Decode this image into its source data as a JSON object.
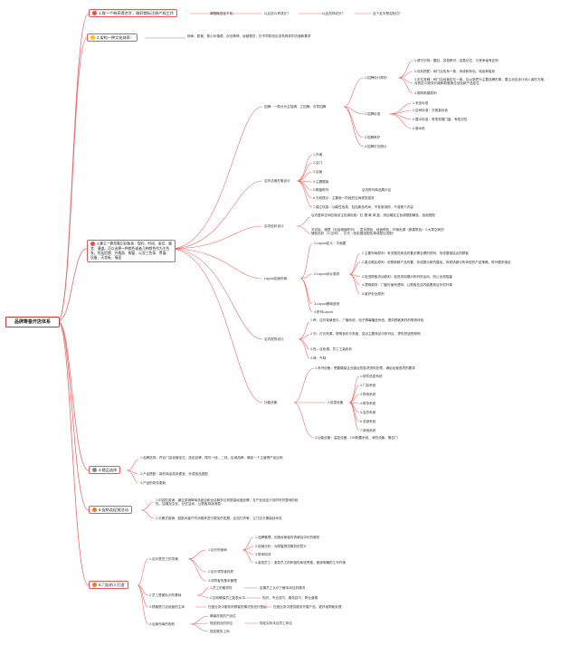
{
  "root": "品牌筹备开店体系",
  "branches": {
    "b1": {
      "label": "1.取一个响亮得名字，做好商标注册产权工作",
      "n1": "清楚概述定下来。",
      "n2": "以后怎么样成长？",
      "n3": "以后怎样成长？",
      "n4": "这个名字是否贴切？"
    },
    "b2": {
      "label": "2.架构一种文化体系：",
      "n1": "使命、愿景、核心价值观，创业精神，经营理念，在不同阶段应该有具体的内涵和要求"
    },
    "b3": {
      "label": "3.建立一套形象识别体系：规约、时间、来访、服务、通道。可以选择一种颜色或者几种颜色作为主色系，包括招牌、外墙面、橱窗、以及三色条、贯展、设备、天花板、墙面",
      "shop": {
        "label": "招牌：一般分为主招牌、立招牌、引导招牌",
        "design": {
          "label": "1.招牌设计原则",
          "items": [
            "1.便于识别：醒目、容易辨识，容易记忆，与竞争者有区别",
            "2.色彩搭配：和门店色系一致，传统和有色，吸色和吸收",
            "3.定位准确：和门店经营定位一致，加以新思为主要品牌形象，要主动告诉计划入者的方案，传统定义服务价值和新营销业创全新产品定位",
            "4.拥有新展原则"
          ]
        },
        "standard": {
          "label": "2.招牌标准",
          "items": [
            "1.安全标准",
            "2.空间标准：长宽高标准",
            "3.展示标准：有视觉展门窗、有知识性",
            "4.营水柜"
          ]
        },
        "n3": "3.招牌养护",
        "n4": "4.招牌灯光照片"
      },
      "storefront": {
        "label": "店外店面形象设计",
        "items": [
          "1.外墙",
          "2.店门",
          "3.店面",
          "4.主题展板",
          "5.橱窗陈列",
          "6.光效提示：主要新一阶段的空间视觉感觉",
          "7.建立信息：功能性信息，包括新品时间，不准常用物，不准推介内容"
        ],
        "window_note": "店内陈列商品展示区"
      },
      "color": {
        "label": "店内色彩设计",
        "n1": "店内整体空间应增设主色调色相：红 橙 黄 绿 蓝，然后确定主色调搭配辅色，色相搭配",
        "n2": "天花板、墙壁（包括墙面陈列），层次颜色、地板颜色，环境色调（即建筑色）3.大类空间的辅色色彩（小空间），灯光（色彩展选配色调或配比选配）"
      },
      "layout": {
        "label": "Layout店面布局",
        "n1": "1.Layout定义：平面图",
        "design": {
          "label": "2.Layout设计原则",
          "items": [
            "1.主要布局原则：有关展览商品布置必需合理的排列，形成展馆结合的顾客",
            "2.重点展区原则：依照新鲜产品布置，形成展示新的展品，体现场景中所体现的产品策略，陈列要求指定",
            "3.促进顾客流动原则：促进采用展示陈列的活动，防止出现阻塞",
            "4.透明原则：门窗外面有透明，让顾客在店内能看到店外的环境",
            "5.维护安全原则"
          ]
        },
        "n3": "3.Layout基础造型",
        "n4": "4.陈列Layout"
      },
      "vision": {
        "label": "店内视觉设计",
        "n1": "1.声：店外背景音乐，广播系统，电子屏幕播放系统，提供顾客美好的购物体验",
        "n2": "2.光：灯光效果，照明色彩与亮度，突出主要商品与陈列区，提供舒适的照明",
        "n3": "3.色：店色调，员工工装色彩",
        "n4": "4.味：气味"
      },
      "facility": {
        "label": "功能设备",
        "n1": "1.系列设备：是要确保企业营运的各项资料处理，满足经营各项的要求",
        "ps": {
          "label": "2.信息设备",
          "items": [
            "1.软件信息系统",
            "2.门店系统",
            "3.物流系统",
            "4.财务系统",
            "5.会员系统",
            "6.总部系统",
            "7.其他系统"
          ]
        },
        "n3": "3.功能设备：监控设备、130配置系统、消防设备、警告门"
      }
    },
    "b4": {
      "label": "4.商品选择",
      "n1": "1.品牌选择：符合门店经营定位，选定品牌，国内一线，二线，区域品牌，确定一个主营得产品比例",
      "n2": "2.产品搭配：新的商品成本便宜，分成就品搭配",
      "n3": "3.产品的财务更新"
    },
    "b5": {
      "label": "5.促销及促销活动",
      "n1": "1.内容性促销：通过促销等商品组合和全店服务达到提高经营品牌。在产品设定计划同时完整地阶段性，如增加文化，记忆活动，让顾客持续消费",
      "n2": "2.长期式促销：鼓励对客户的消费来进行更加的发展，比如打折等，让门店长期保持状态"
    },
    "b6": {
      "label": "6.门店的人打造",
      "staff": {
        "label": "1.店长是员工的灵魂",
        "mission": {
          "label": "1.店长的使命",
          "items": [
            "1.品牌管理，创造经营者的资格及评价的服务",
            "2.经营分析：为顾客提供服务的意义",
            "3.带来培训",
            "4.激发员工：激发员工的积极性和信誉度，营造明确的工作环境"
          ]
        },
        "n2": "2.店长领导者特质",
        "n3": "3.领导者的基本管理"
      },
      "team": {
        "label": "2.员工是团队中的基础",
        "n1": "1.员工的素质性",
        "n1b": "定期员工认识了解本岗位的情况",
        "n2": "2.如何确保员工能表水平",
        "n2b": "知识、专业技巧、服务技巧、职业道德"
      },
      "n3": {
        "label": "3.顾客是门店经营的主体",
        "v": "在做业务中服务好顾客的情况的进行售后",
        "v2": "在做业务中提供服务开展产品，更好地帮助处理"
      },
      "n4": {
        "label": "4.店面布局的规划",
        "items": [
          "确保存放的产品位",
          "规定相近的岗位",
          "规定实际本店员工岗位",
          "规定服务上岗"
        ]
      }
    }
  }
}
